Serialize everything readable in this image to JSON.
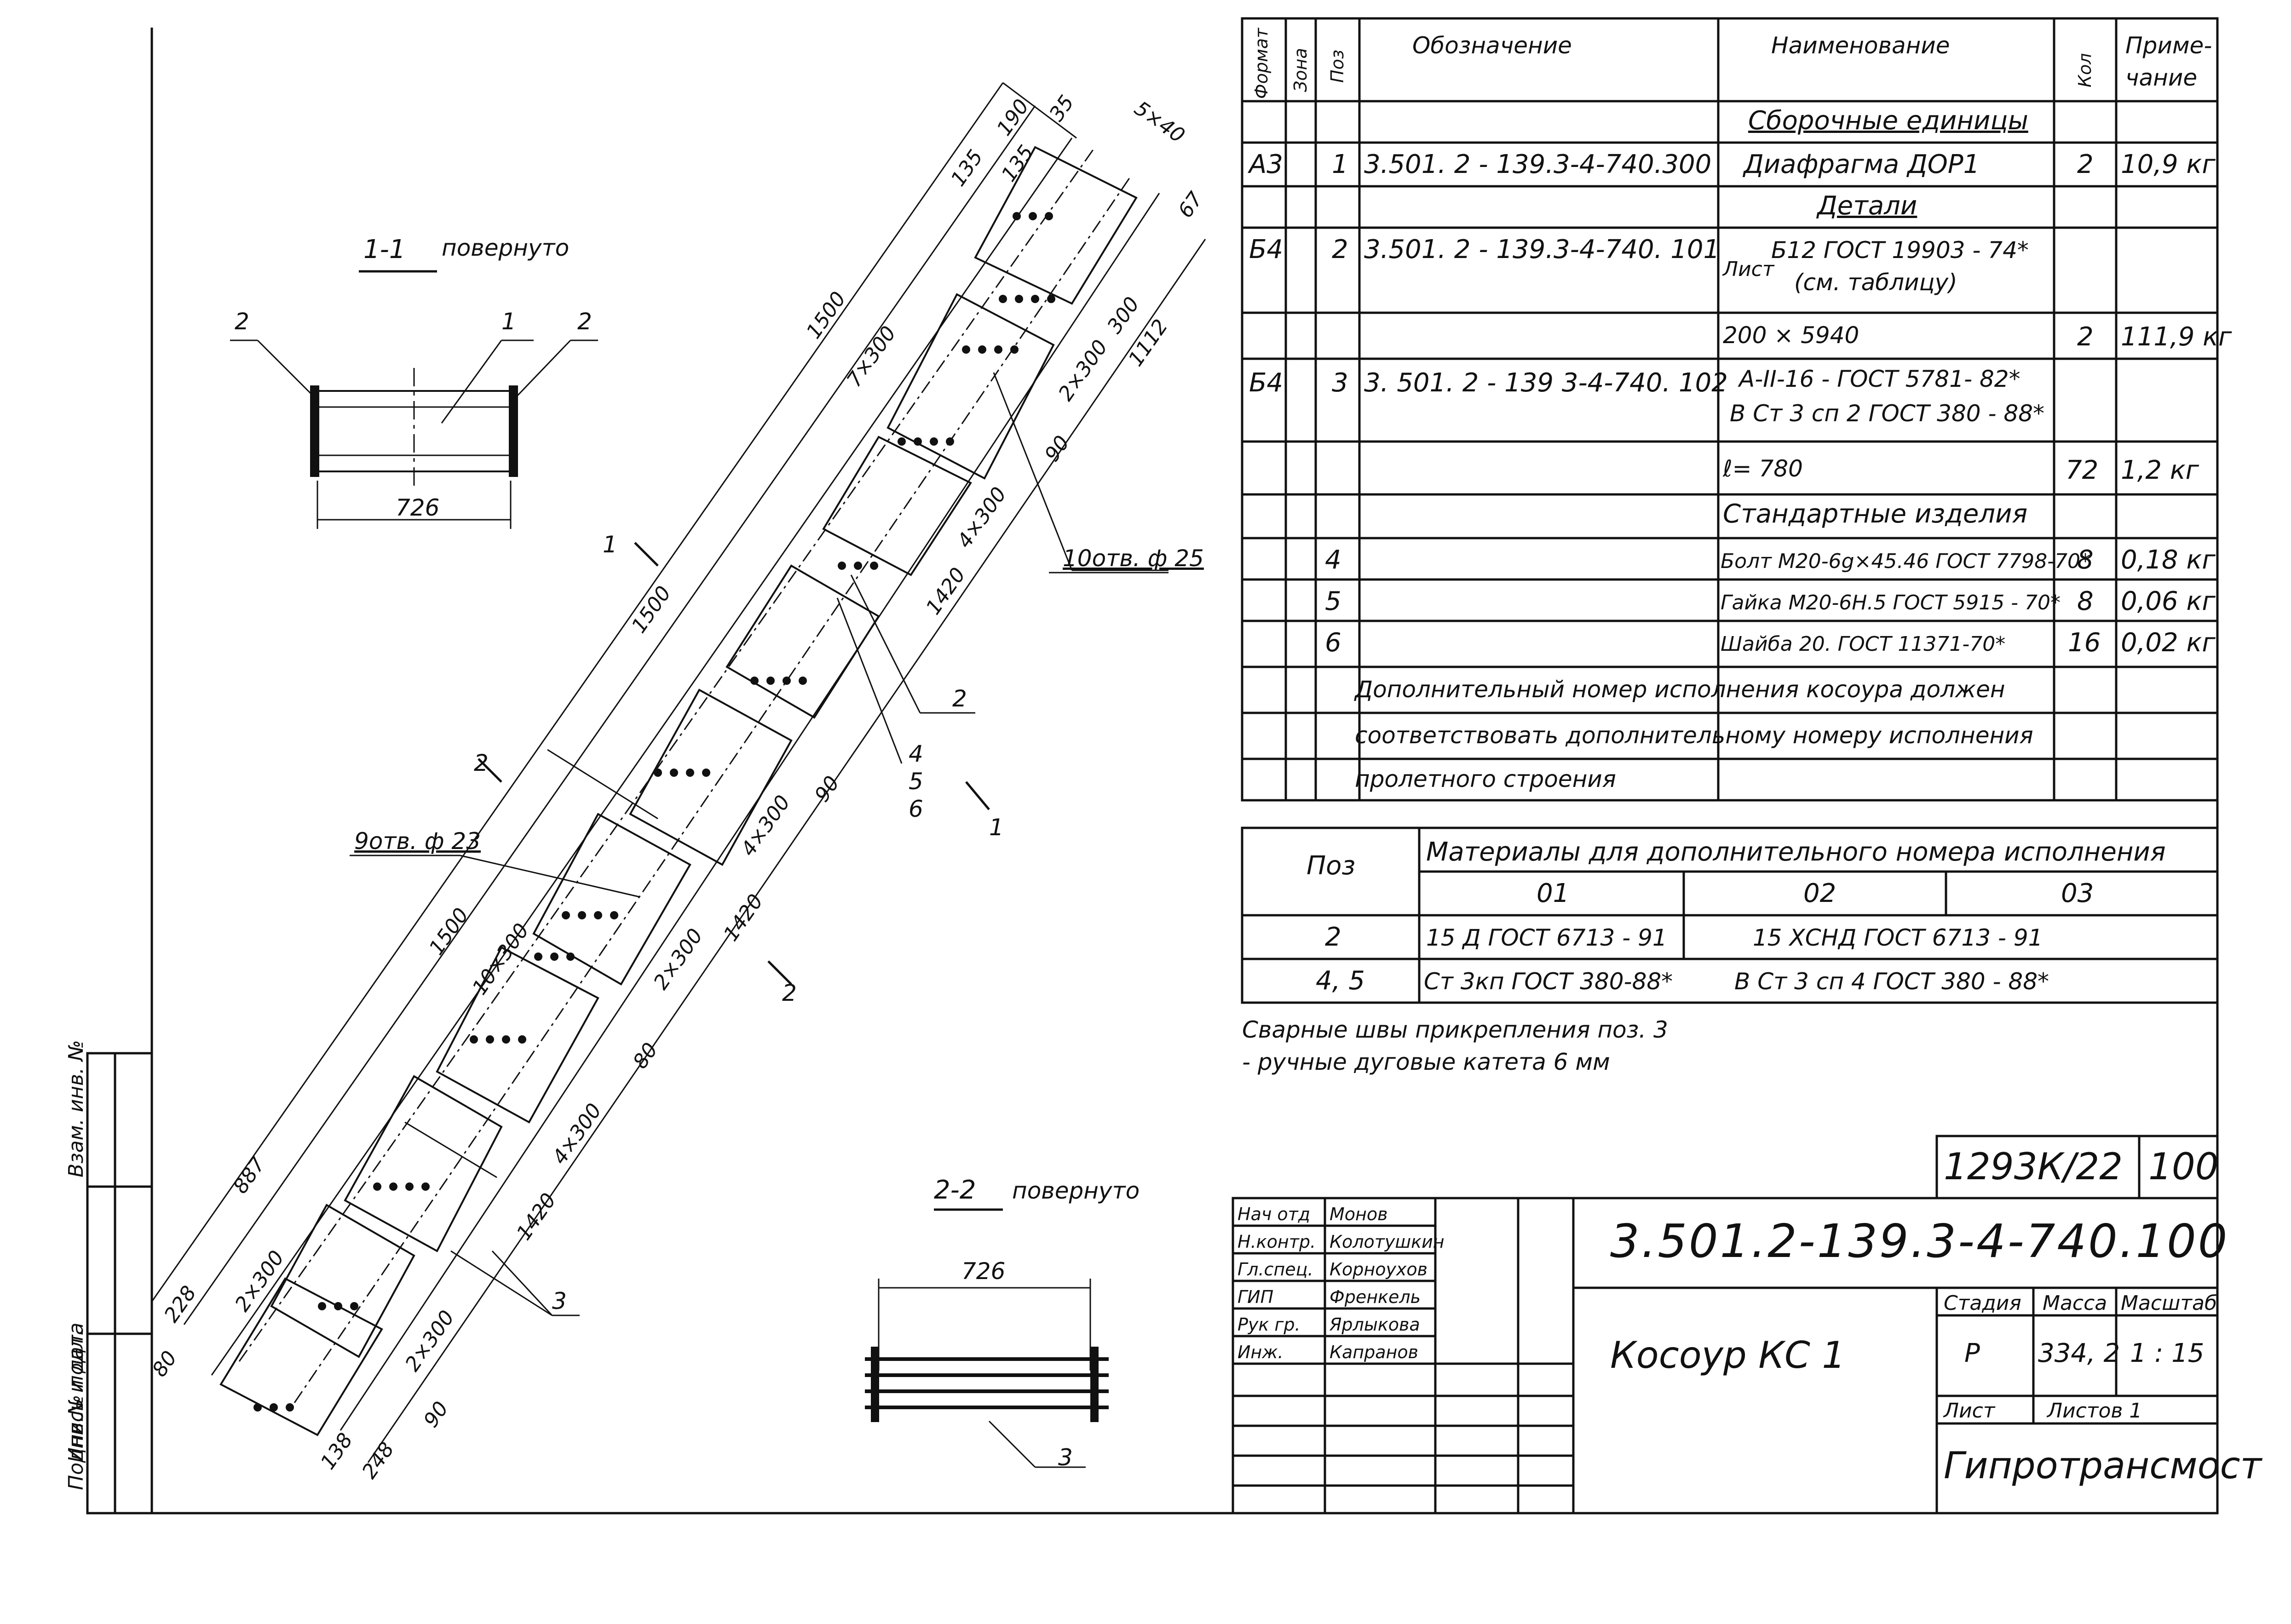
{
  "spec_table": {
    "headers": {
      "format": "Формат",
      "zone": "Зона",
      "pos": "Поз",
      "designation": "Обозначение",
      "name": "Наименование",
      "qty": "Кол",
      "note_1": "Приме-",
      "note_2": "чание"
    },
    "sections": {
      "assemblies": "Сборочные   единицы",
      "details": "Детали",
      "standard": "Стандартные   изделия"
    },
    "rows": [
      {
        "format": "А3",
        "pos": "1",
        "designation": "3.501. 2 - 139.3-4-740.300",
        "name": "Диафрагма  ДОР1",
        "qty": "2",
        "note": "10,9 кг"
      },
      {
        "format": "Б4",
        "pos": "2",
        "designation": "3.501. 2 - 139.3-4-740. 101",
        "name_prefix": "Лист",
        "name_1": "Б12  ГОСТ  19903 - 74*",
        "name_2": "(см. таблицу)",
        "name_3": "200 × 5940",
        "qty": "2",
        "note": "111,9 кг"
      },
      {
        "format": "Б4",
        "pos": "3",
        "designation": "3. 501. 2 - 139 3-4-740. 102",
        "name_1": "А-II-16 - ГОСТ  5781- 82*",
        "name_2": "В Ст 3 сп 2  ГОСТ 380 - 88*",
        "name_3": "ℓ= 780",
        "qty": "72",
        "note": "1,2 кг"
      },
      {
        "pos": "4",
        "name": "Болт М20-6g×45.46 ГОСТ 7798-70*",
        "qty": "8",
        "note": "0,18 кг"
      },
      {
        "pos": "5",
        "name": "Гайка М20-6Н.5 ГОСТ 5915 - 70*",
        "qty": "8",
        "note": "0,06 кг"
      },
      {
        "pos": "6",
        "name": "Шайба 20. ГОСТ  11371-70*",
        "qty": "16",
        "note": "0,02 кг"
      }
    ],
    "remark": [
      "Дополнительный номер исполнения  косоура   должен",
      "соответствовать  дополнительному  номеру  исполнения",
      "пролетного   строения"
    ]
  },
  "materials_table": {
    "pos_header": "Поз",
    "title": "Материалы  для  дополнительного номера   исполнения",
    "cols": [
      "01",
      "02",
      "03"
    ],
    "rows": [
      {
        "pos": "2",
        "c01": "15 Д  ГОСТ 6713 - 91",
        "c0203": "15 ХСНД  ГОСТ  6713 - 91"
      },
      {
        "pos": "4, 5",
        "c01": "Ст 3кп  ГОСТ 380-88*",
        "c0203": "В Ст 3 сп 4   ГОСТ  380 - 88*"
      }
    ]
  },
  "weld_note": [
    "Сварные  швы  прикрепления   поз. 3",
    "- ручные   дуговые   катета  6 мм"
  ],
  "stamp": {
    "sheet_code": "1293К/22",
    "sheet_number": "100",
    "designation": "3.501.2-139.3-4-740.100",
    "title": "Косоур   КС 1",
    "stage_label": "Стадия",
    "mass_label": "Масса",
    "scale_label": "Масштаб",
    "stage": "Р",
    "mass": "334, 2",
    "scale": "1 : 15",
    "sheet_label": "Лист",
    "sheets_label": "Листов 1",
    "org": "Гипротрансмост",
    "roles": [
      {
        "role": "Нач отд",
        "name": "Монов"
      },
      {
        "role": "Н.контр.",
        "name": "Колотушкин"
      },
      {
        "role": "Гл.спец.",
        "name": "Корноухов"
      },
      {
        "role": "ГИП",
        "name": "Френкель"
      },
      {
        "role": "Рук гр.",
        "name": "Ярлыкова"
      },
      {
        "role": "Инж.",
        "name": "Капранов"
      }
    ]
  },
  "side_stamp": {
    "inv_podl": "Инв.№ подл.",
    "sign_date": "Подпись и дата",
    "vzam_inv": "Взам. инв. №"
  },
  "section_1": {
    "title": "1-1",
    "subtitle": "повернуто",
    "dim": "726",
    "label_1": "1",
    "label_2a": "2",
    "label_2b": "2"
  },
  "section_2": {
    "title": "2-2",
    "subtitle": "повернуто",
    "dim": "726",
    "label_3": "3"
  },
  "main_view": {
    "dims": [
      "190",
      "135",
      "135",
      "35",
      "5×40",
      "67",
      "1500",
      "7×300",
      "300",
      "1112",
      "2×300",
      "90",
      "4×300",
      "1420",
      "1500",
      "4×300",
      "90",
      "1420",
      "1500",
      "10×300",
      "2×300",
      "80",
      "4×300",
      "1420",
      "887",
      "2×300",
      "228",
      "80",
      "138",
      "248",
      "2×300",
      "90"
    ],
    "callouts": {
      "holes_10": "10отв. ф 25",
      "holes_9": "9отв. ф 23",
      "ref_2": "2",
      "ref_3": "3",
      "ref_456_4": "4",
      "ref_456_5": "5",
      "ref_456_6": "6",
      "cut_1a": "1",
      "cut_1b": "1",
      "cut_2a": "2",
      "cut_2b": "2"
    }
  }
}
